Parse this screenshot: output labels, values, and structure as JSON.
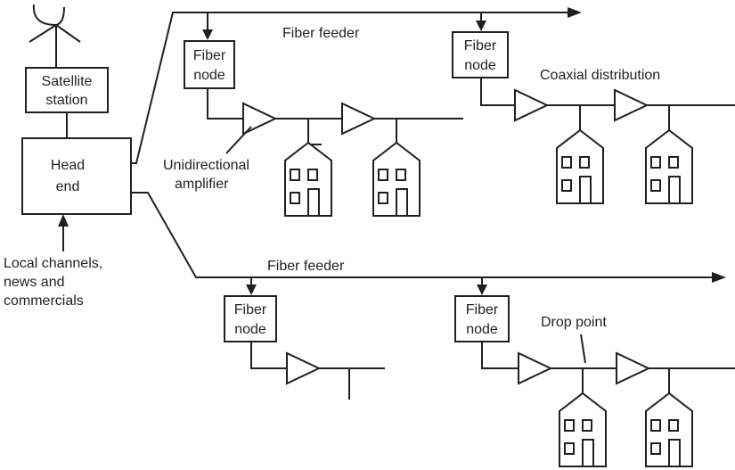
{
  "labels": {
    "satellite_station_line1": "Satellite",
    "satellite_station_line2": "station",
    "head_end_line1": "Head",
    "head_end_line2": "end",
    "fiber_node_line1": "Fiber",
    "fiber_node_line2": "node",
    "fiber_feeder_top": "Fiber feeder",
    "fiber_feeder_bottom": "Fiber feeder",
    "coaxial_distribution": "Coaxial distribution",
    "unidirectional_line1": "Unidirectional",
    "unidirectional_line2": "amplifier",
    "local_channels_line1": "Local channels,",
    "local_channels_line2": "news and",
    "local_channels_line3": "commercials",
    "drop_point": "Drop point"
  },
  "colors": {
    "stroke": "#231f20",
    "background": "#ffffff"
  }
}
